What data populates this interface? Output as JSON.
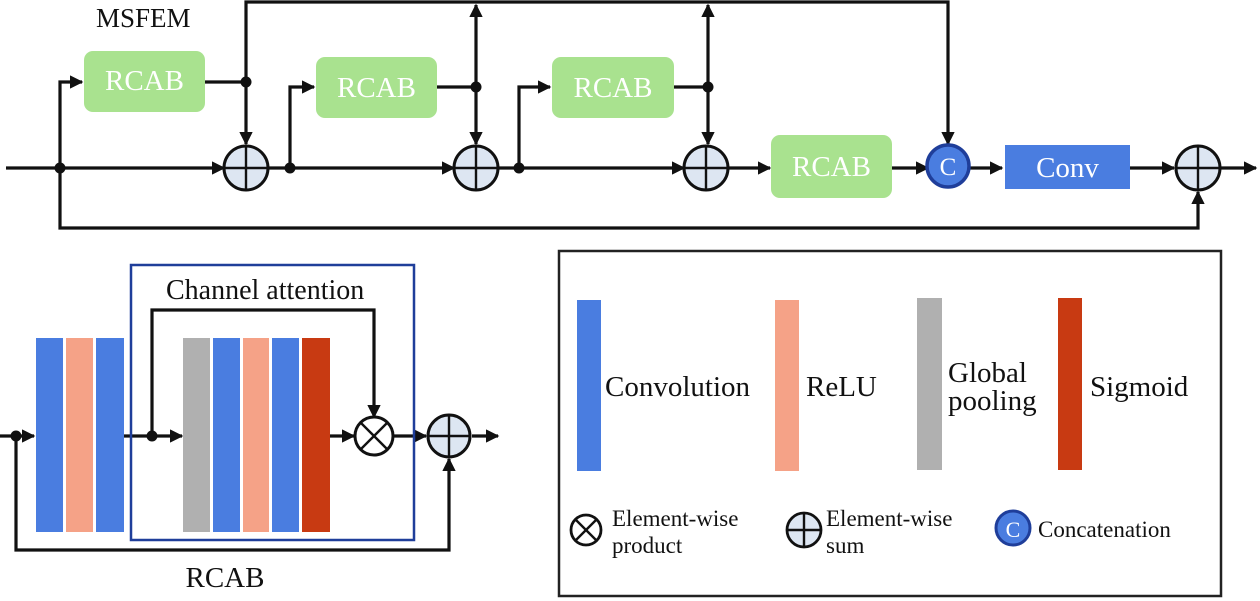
{
  "module_title": "MSFEM",
  "blocks": {
    "rcab": "RCAB",
    "conv": "Conv",
    "concat_symbol": "C"
  },
  "rcab_detail": {
    "caption": "RCAB",
    "channel_attention_label": "Channel attention"
  },
  "legend": {
    "convolution": "Convolution",
    "relu": "ReLU",
    "global_pooling_line1": "Global",
    "global_pooling_line2": "pooling",
    "sigmoid": "Sigmoid",
    "product_line1": "Element-wise",
    "product_line2": "product",
    "sum_line1": "Element-wise",
    "sum_line2": "sum",
    "concatenation": "Concatenation"
  },
  "colors": {
    "rcab_block": "#a9e28f",
    "conv_blue": "#4a7de0",
    "relu_salmon": "#f5a287",
    "pooling_gray": "#b0b0b0",
    "sigmoid_red": "#c83a12",
    "sum_fill": "#dde6f2",
    "frame_blue": "#1f3e9a"
  }
}
